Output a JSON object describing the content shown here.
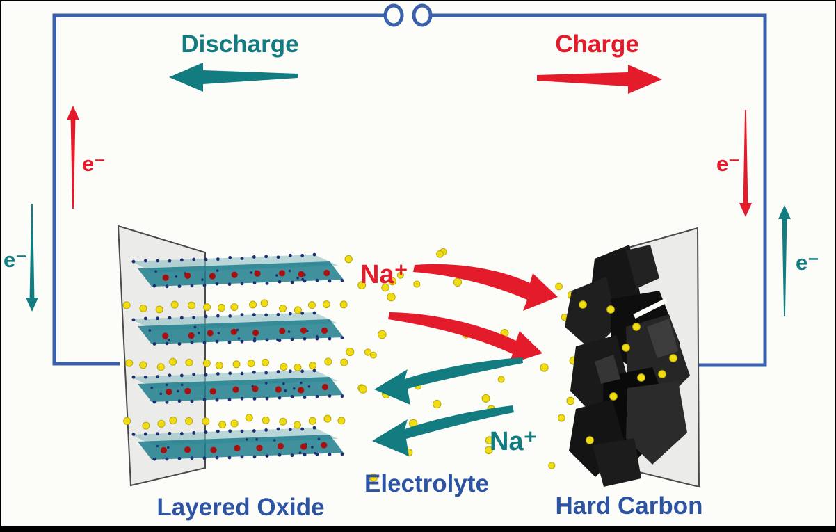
{
  "circuit": {
    "discharge_label": "Discharge",
    "charge_label": "Charge",
    "electron_label": "e⁻"
  },
  "ions": {
    "sodium_label_charge": "Na⁺",
    "sodium_label_discharge": "Na⁺"
  },
  "components": {
    "cathode_label": "Layered Oxide",
    "electrolyte_label": "Electrolyte",
    "anode_label": "Hard Carbon"
  },
  "palette": {
    "wire_blue": "#3a60ab",
    "teal": "#137c80",
    "red": "#e41b2b",
    "label_blue": "#2d53a3",
    "yellow": "#efdc12",
    "yellow_edge": "#b9a70a",
    "navy_dot": "#1c2f72",
    "red_dot": "#a81010",
    "slab_light": "#8fbec4",
    "slab_dark": "#1f7e8d",
    "plate_grey": "#ebebe9",
    "plate_edge": "#4a4a4a",
    "carbon_black": "#121212"
  },
  "scene": {
    "slab_count": 4,
    "ion_row_count": 3,
    "electrolyte_ion_count": 40
  }
}
